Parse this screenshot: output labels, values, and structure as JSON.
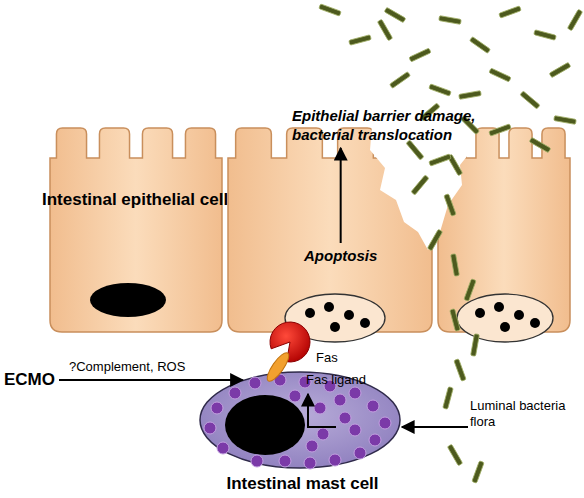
{
  "diagram": {
    "nodes": [
      {
        "text": [
          "Intestinal epithelial cell"
        ]
      },
      {
        "text": [
          "Apoptosis"
        ]
      },
      {
        "text": [
          "Epithelial barrier damage, bacterial translocation"
        ]
      },
      {
        "text": [
          "Intestinal mast cell"
        ]
      },
      {
        "text": [
          "ECMO"
        ]
      }
    ],
    "edges": [
      {
        "from": 1,
        "to": 2,
        "arrow": "to"
      },
      {
        "from": 4,
        "to": 3,
        "label": "?Complement, ROS",
        "arrow": "to"
      }
    ],
    "labels": [
      "Fas",
      "Fas ligand",
      "Luminal bacteria flora"
    ]
  }
}
